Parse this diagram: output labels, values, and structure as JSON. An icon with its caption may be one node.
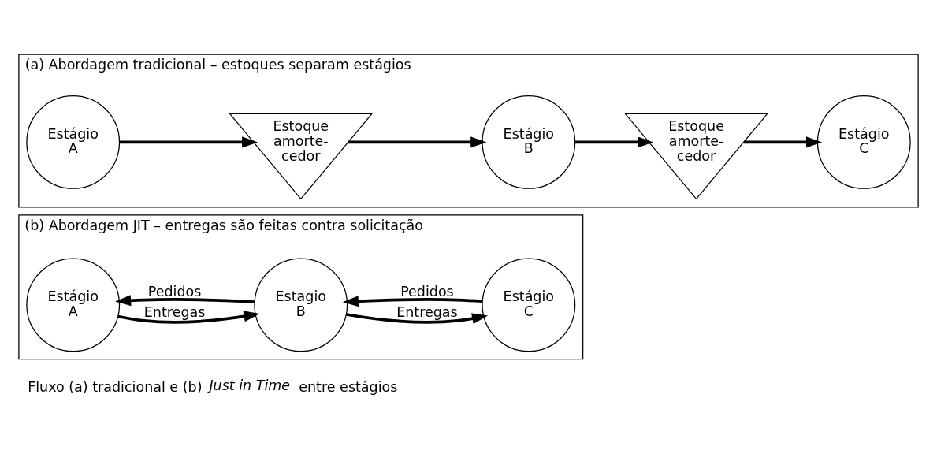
{
  "diagram": {
    "caption": "Fluxo (a) tradicional e (b) *Just in Time* entre estágios",
    "nodes": [
      {
        "text": [
          "(a) Abordagem tradicional – estoques separam estágios"
        ]
      },
      {
        "text": [
          "Estágio A"
        ],
        "in": 0
      },
      {
        "text": [
          "Estoque amorte- cedor"
        ],
        "in": 0
      },
      {
        "text": [
          "Estágio B"
        ],
        "in": 0
      },
      {
        "text": [
          "Estoque amorte- cedor"
        ],
        "in": 0
      },
      {
        "text": [
          "Estágio C"
        ],
        "in": 0
      },
      {
        "text": [
          "(b) Abordagem JIT – entregas são feitas contra solicitação"
        ]
      },
      {
        "text": [
          "Estágio A"
        ],
        "in": 6
      },
      {
        "text": [
          "Estagio B"
        ],
        "in": 6
      },
      {
        "text": [
          "Estágio C"
        ],
        "in": 6
      }
    ],
    "edges": [
      {
        "from": 1,
        "to": 2,
        "arrow": "to"
      },
      {
        "from": 2,
        "to": 3,
        "arrow": "to"
      },
      {
        "from": 3,
        "to": 4,
        "arrow": "to"
      },
      {
        "from": 4,
        "to": 5,
        "arrow": "to"
      },
      {
        "from": 8,
        "to": 7,
        "arrow": "to",
        "label": "Pedidos"
      },
      {
        "from": 9,
        "to": 8,
        "arrow": "to",
        "label": "Pedidos"
      },
      {
        "from": 7,
        "to": 8,
        "arrow": "to",
        "label": "Entregas"
      },
      {
        "from": 8,
        "to": 9,
        "arrow": "to",
        "label": "Entregas"
      }
    ]
  }
}
